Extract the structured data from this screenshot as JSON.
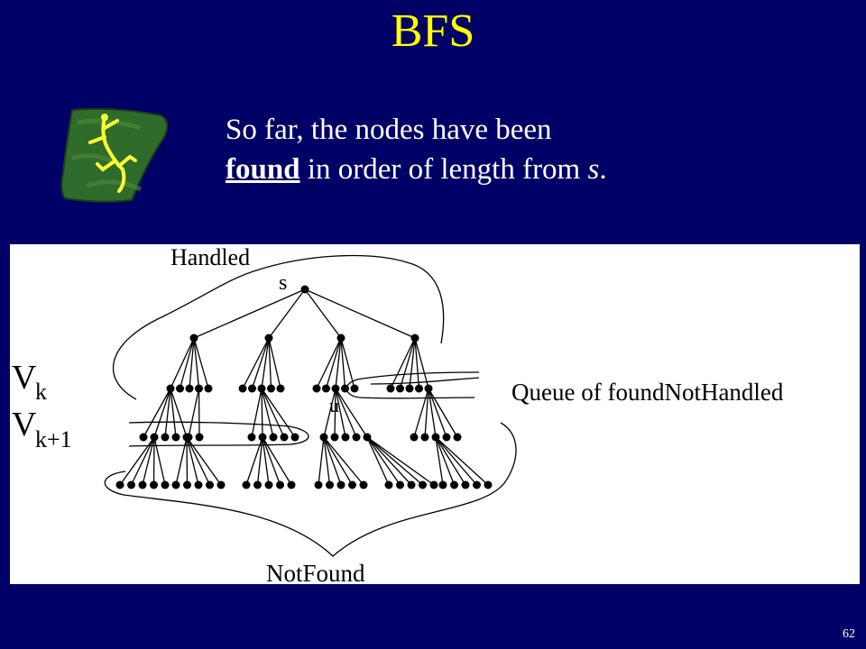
{
  "slide": {
    "title": "BFS",
    "text_before": "So far, the nodes have been",
    "text_found": "found",
    "text_after": " in order of length from ",
    "text_var": "s",
    "text_end": ".",
    "page_number": "62",
    "mascot_icon": "gecko-icon"
  },
  "diagram": {
    "handled_label": "Handled",
    "s_label": "s",
    "u_label": "u",
    "vk_label": "V",
    "vk_sub": "k",
    "vk1_label": "V",
    "vk1_sub": "k+1",
    "queue_label": "Queue of foundNotHandled",
    "notfound_label": "NotFound"
  },
  "colors": {
    "background": "#000066",
    "title": "#ffff00",
    "text": "#ffffff",
    "panel": "#ffffff"
  }
}
